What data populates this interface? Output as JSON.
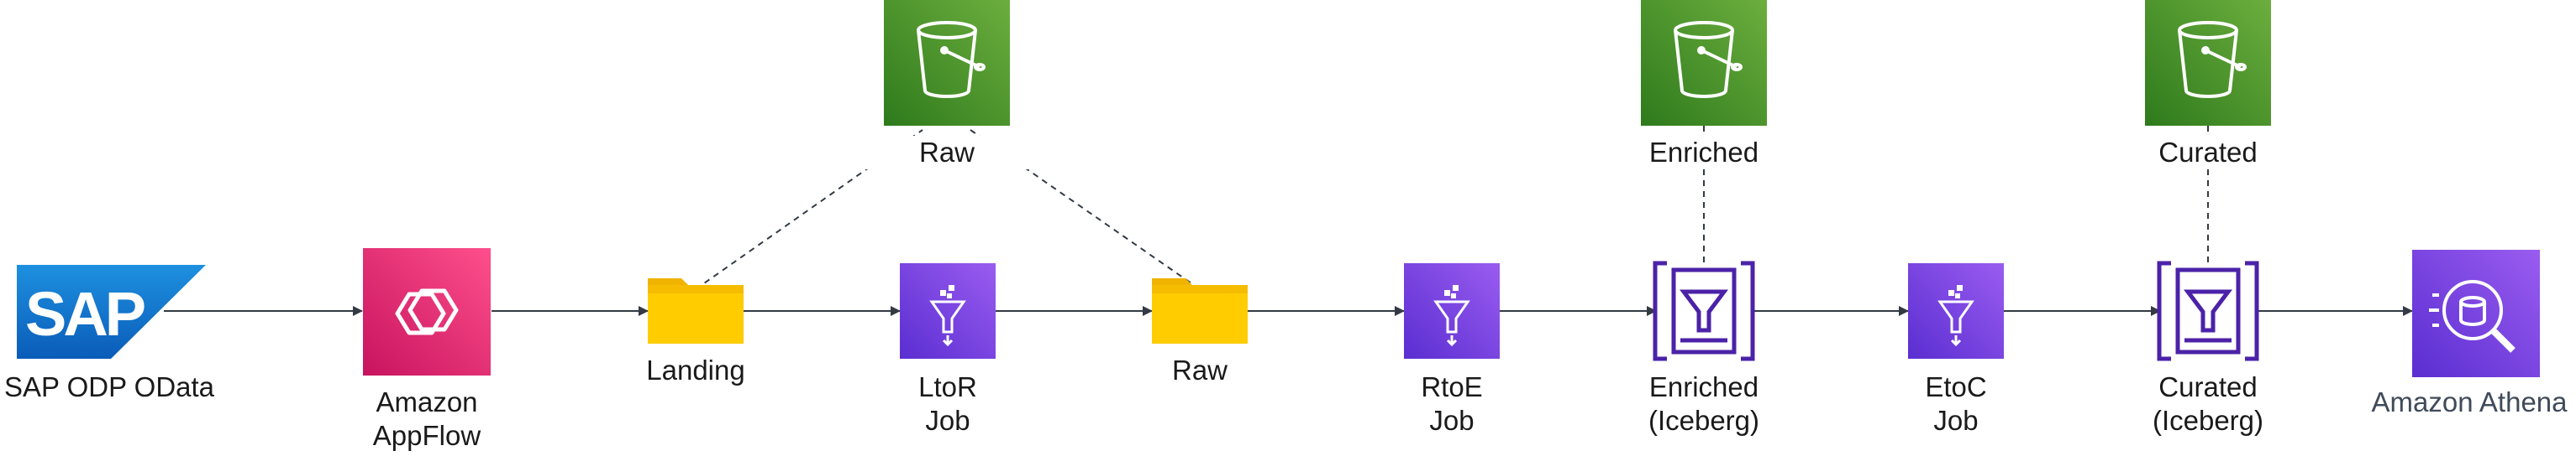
{
  "nodes": {
    "sap": {
      "label": "SAP ODP OData",
      "logo_text": "SAP",
      "icon": "sap-logo"
    },
    "appflow": {
      "label": "Amazon\nAppFlow",
      "icon": "appflow-icon"
    },
    "landing": {
      "label": "Landing",
      "icon": "folder-icon"
    },
    "ltor": {
      "label": "LtoR\nJob",
      "icon": "glue-job-icon"
    },
    "raw_folder": {
      "label": "Raw",
      "icon": "folder-icon"
    },
    "rtoe": {
      "label": "RtoE\nJob",
      "icon": "glue-job-icon"
    },
    "enriched_table": {
      "label": "Enriched\n(Iceberg)",
      "icon": "data-catalog-table-icon"
    },
    "etoc": {
      "label": "EtoC\nJob",
      "icon": "glue-job-icon"
    },
    "curated_table": {
      "label": "Curated\n(Iceberg)",
      "icon": "data-catalog-table-icon"
    },
    "athena": {
      "label": "Amazon Athena",
      "icon": "athena-icon"
    }
  },
  "buckets": {
    "raw": {
      "label": "Raw",
      "icon": "s3-bucket-icon"
    },
    "enriched": {
      "label": "Enriched",
      "icon": "s3-bucket-icon"
    },
    "curated": {
      "label": "Curated",
      "icon": "s3-bucket-icon"
    }
  },
  "colors": {
    "s3_green": "#3b8624",
    "s3_green_light": "#6cae3e",
    "glue_purple": "#7b3fe4",
    "glue_purple_light": "#9a5cf0",
    "appflow_pink": "#e7157b",
    "appflow_pink_light": "#ff4f8b",
    "folder_yellow": "#ffcc00",
    "folder_yellow_dark": "#f0b400",
    "sap_blue": "#0a6ed1",
    "sap_blue_light": "#1e90e0",
    "edge": "#333a44",
    "table_purple": "#4b22a8"
  }
}
